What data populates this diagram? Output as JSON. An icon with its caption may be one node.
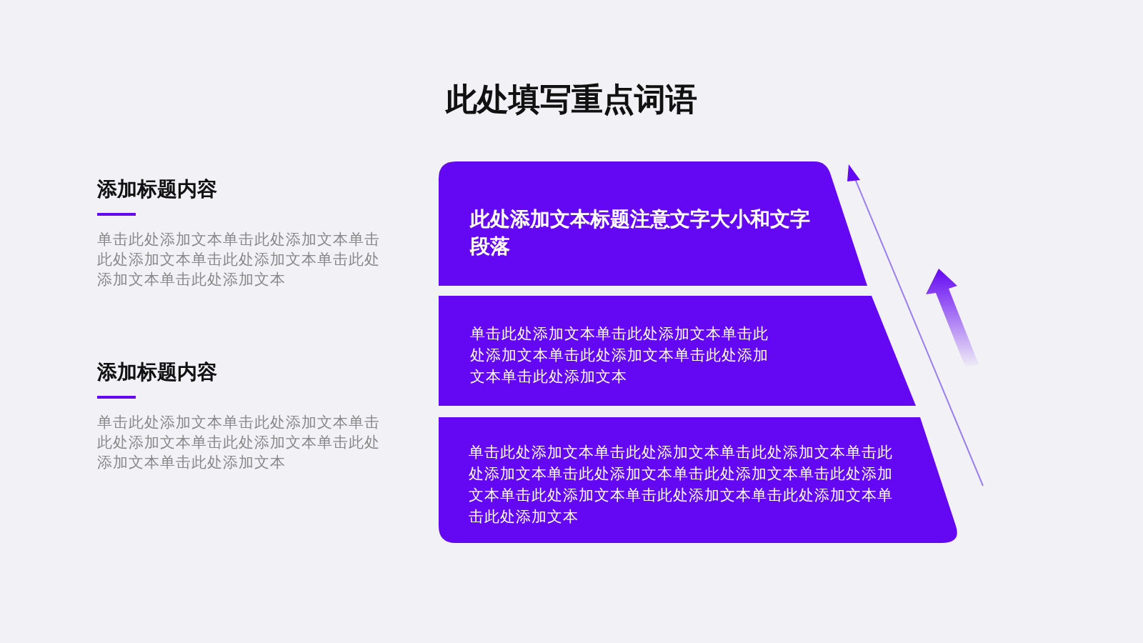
{
  "diagram": {
    "title": "此处填写重点词语",
    "nodes": [
      {
        "text": [
          "此处添加文本标题注意文字大小和文字段落"
        ]
      },
      {
        "text": [
          "单击此处添加文本单击此处添加文本单击此处添加文本单击此处添加文本单击此处添加文本单击此处添加文本"
        ]
      },
      {
        "text": [
          "单击此处添加文本单击此处添加文本单击此处添加文本单击此处添加文本单击此处添加文本单击此处添加文本单击此处添加文本单击此处添加文本单击此处添加文本单击此处添加文本单击此处添加文本"
        ]
      }
    ],
    "edges": [],
    "labels": [
      "添加标题内容",
      "单击此处添加文本单击此处添加文本单击此处添加文本单击此处添加文本单击此处添加文本单击此处添加文本",
      "添加标题内容",
      "单击此处添加文本单击此处添加文本单击此处添加文本单击此处添加文本单击此处添加文本单击此处添加文本"
    ]
  }
}
